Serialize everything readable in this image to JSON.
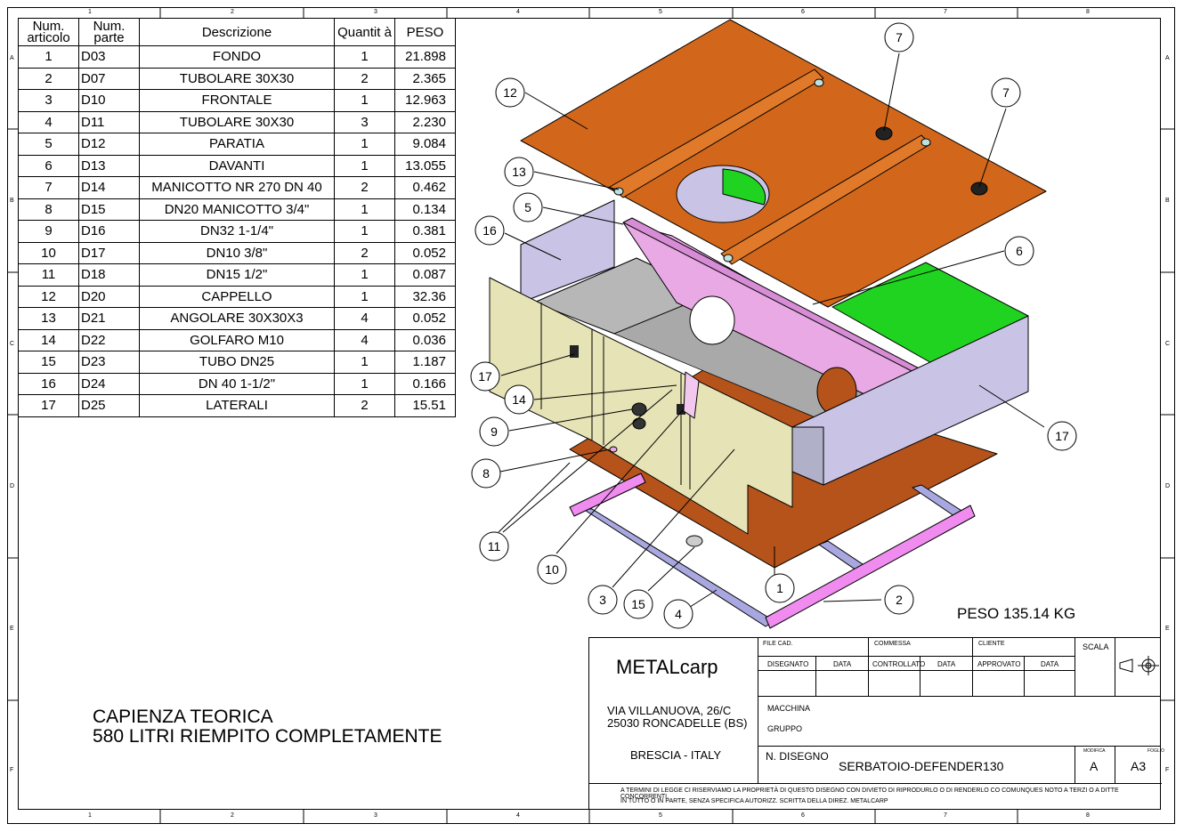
{
  "zones": {
    "cols": [
      "1",
      "2",
      "3",
      "4",
      "5",
      "6",
      "7",
      "8"
    ],
    "rows": [
      "A",
      "B",
      "C",
      "D",
      "E",
      "F"
    ]
  },
  "bom": {
    "headers": {
      "num_articolo": "Num. articolo",
      "num_parte": "Num. parte",
      "descrizione": "Descrizione",
      "quantita": "Quantit à",
      "peso": "PESO"
    },
    "rows": [
      {
        "n": "1",
        "part": "D03",
        "desc": "FONDO",
        "qty": "1",
        "peso": "21.898"
      },
      {
        "n": "2",
        "part": "D07",
        "desc": "TUBOLARE 30X30",
        "qty": "2",
        "peso": "2.365"
      },
      {
        "n": "3",
        "part": "D10",
        "desc": "FRONTALE",
        "qty": "1",
        "peso": "12.963"
      },
      {
        "n": "4",
        "part": "D11",
        "desc": "TUBOLARE 30X30",
        "qty": "3",
        "peso": "2.230"
      },
      {
        "n": "5",
        "part": "D12",
        "desc": "PARATIA",
        "qty": "1",
        "peso": "9.084"
      },
      {
        "n": "6",
        "part": "D13",
        "desc": "DAVANTI",
        "qty": "1",
        "peso": "13.055"
      },
      {
        "n": "7",
        "part": "D14",
        "desc": "MANICOTTO NR 270   DN 40",
        "qty": "2",
        "peso": "0.462"
      },
      {
        "n": "8",
        "part": "D15",
        "desc": "DN20 MANICOTTO 3/4\"",
        "qty": "1",
        "peso": "0.134"
      },
      {
        "n": "9",
        "part": "D16",
        "desc": "DN32          1-1/4\"",
        "qty": "1",
        "peso": "0.381"
      },
      {
        "n": "10",
        "part": "D17",
        "desc": "DN10  3/8\"",
        "qty": "2",
        "peso": "0.052"
      },
      {
        "n": "11",
        "part": "D18",
        "desc": "DN15   1/2\"",
        "qty": "1",
        "peso": "0.087"
      },
      {
        "n": "12",
        "part": "D20",
        "desc": "CAPPELLO",
        "qty": "1",
        "peso": "32.36"
      },
      {
        "n": "13",
        "part": "D21",
        "desc": "ANGOLARE 30X30X3",
        "qty": "4",
        "peso": "0.052"
      },
      {
        "n": "14",
        "part": "D22",
        "desc": "GOLFARO M10",
        "qty": "4",
        "peso": "0.036"
      },
      {
        "n": "15",
        "part": "D23",
        "desc": "TUBO DN25",
        "qty": "1",
        "peso": "1.187"
      },
      {
        "n": "16",
        "part": "D24",
        "desc": "DN 40  1-1/2\"",
        "qty": "1",
        "peso": "0.166"
      },
      {
        "n": "17",
        "part": "D25",
        "desc": "LATERALI",
        "qty": "2",
        "peso": "15.51"
      }
    ]
  },
  "balloons": [
    "1",
    "2",
    "3",
    "4",
    "5",
    "6",
    "7",
    "7",
    "8",
    "9",
    "10",
    "11",
    "12",
    "13",
    "14",
    "15",
    "16",
    "17",
    "17"
  ],
  "colors": {
    "cover": "#d2671b",
    "floor": "#b5531a",
    "panel_lavender": "#c9c4e6",
    "panel_khaki": "#e6e3b6",
    "partition_pink": "#e9a9e4",
    "green": "#20d320",
    "tube_pink": "#f08cf0",
    "tube_blue": "#a9a7e0"
  },
  "total_weight": "PESO 135.14  KG",
  "note": {
    "line1": "CAPIENZA TEORICA",
    "line2": "580 LITRI RIEMPITO COMPLETAMENTE"
  },
  "title_block": {
    "company": "METALcarp",
    "address1": "VIA VILLANUOVA, 26/C",
    "address2": "25030 RONCADELLE (BS)",
    "city": "BRESCIA - ITALY",
    "file_cad": "FILE CAD.",
    "commessa": "COMMESSA",
    "cliente": "CLIENTE",
    "scala": "SCALA",
    "disegnato": "DISEGNATO",
    "data": "DATA",
    "controllato": "CONTROLLATO",
    "approvato": "APPROVATO",
    "macchina": "MACCHINA",
    "gruppo": "GRUPPO",
    "n_disegno_label": "N. DISEGNO",
    "n_disegno": "SERBATOIO-DEFENDER130",
    "modifica_label": "MODIFICA",
    "modifica": "A",
    "foglio_label": "FOGLIO",
    "foglio": "A3",
    "legal1": "A TERMINI DI LEGGE CI RISERVIAMO LA PROPRIETÀ DI QUESTO DISEGNO CON DIVIETO DI RIPRODURLO O DI RENDERLO CO COMUNQUES NOTO A TERZI O A DITTE CONCORRENTI,",
    "legal2": "IN TUTTO O IN PARTE, SENZA SPECIFICA AUTORIZZ. SCRITTA DELLA DIREZ. METALCARP"
  }
}
